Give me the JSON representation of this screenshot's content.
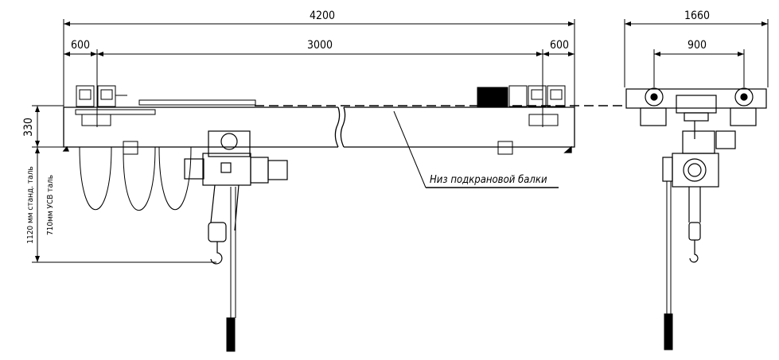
{
  "front_view": {
    "dimensions": {
      "total_span": "4200",
      "left_overhang": "600",
      "span": "3000",
      "right_overhang": "600",
      "beam_height": "330",
      "hook_standard": "1120 мм станд. таль",
      "hook_usv": "710мм УСВ таль"
    },
    "annotation": "Низ подкрановой балки"
  },
  "side_view": {
    "dimensions": {
      "overall_width": "1660",
      "wheel_gauge": "900"
    }
  },
  "colors": {
    "line": "#000000",
    "background": "#ffffff"
  }
}
